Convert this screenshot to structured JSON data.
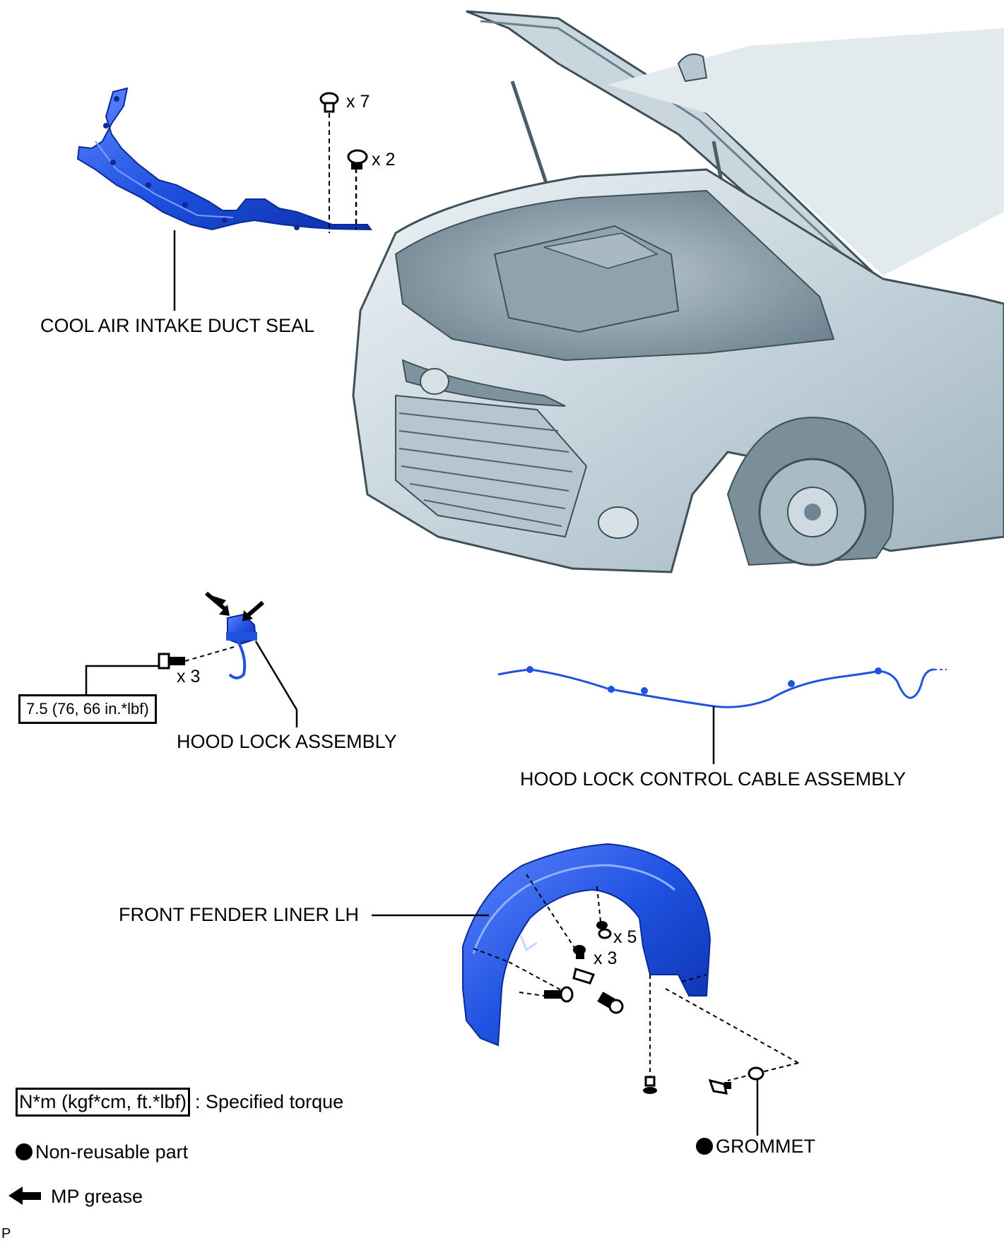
{
  "labels": {
    "cool_air_intake_duct_seal": "COOL AIR INTAKE DUCT SEAL",
    "hood_lock_assembly": "HOOD LOCK ASSEMBLY",
    "hood_lock_control_cable_assembly": "HOOD LOCK CONTROL CABLE ASSEMBLY",
    "front_fender_liner_lh": "FRONT FENDER LINER LH",
    "grommet": "GROMMET"
  },
  "quantities": {
    "clip_seal": "x 7",
    "bolt_seal": "x 2",
    "bolt_hood_lock": "x 3",
    "clip_liner": "x 5",
    "screw_liner": "x 3"
  },
  "torque": {
    "hood_lock_bolt": "7.5 (76, 66 in.*lbf)"
  },
  "legend": {
    "torque_box": "N*m (kgf*cm, ft.*lbf)",
    "torque_text": ": Specified torque",
    "non_reusable": "Non-reusable part",
    "mp_grease": "MP grease"
  },
  "footer": {
    "code": "P"
  },
  "colors": {
    "part_blue": "#1f52e0",
    "car_shade": "#a9bcc6",
    "line": "#000000"
  },
  "icons": {
    "grease_arrow": "arrow-left-icon",
    "non_reusable_dot": "filled-circle-icon"
  }
}
